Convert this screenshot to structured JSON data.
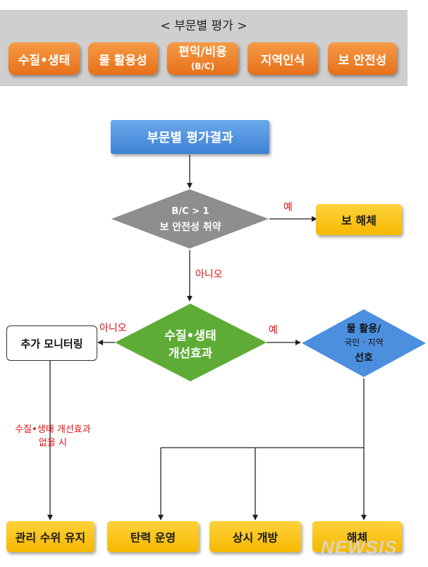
{
  "header": {
    "title": "< 부문별 평가 >",
    "buttons": [
      {
        "label": "수질•생태"
      },
      {
        "label": "물 활용성"
      },
      {
        "label": "편익/비용",
        "sub": "(B/C)"
      },
      {
        "label": "지역인식"
      },
      {
        "label": "보 안전성"
      }
    ]
  },
  "flow": {
    "start": "부문별 평가결과",
    "diamond1": {
      "line1": "B/C > 1",
      "line2": "보 안전성 취약"
    },
    "yes1": "예",
    "no1": "아니오",
    "dismantle_box": "보 해체",
    "diamond2": {
      "line1": "수질•생태",
      "line2": "개선효과"
    },
    "no2": "아니오",
    "yes2": "예",
    "monitor_box": "추가 모니터링",
    "diamond3": {
      "line1": "물 활용/",
      "line2": "국민 · 지역",
      "line3": "선호"
    },
    "note": {
      "line1": "수질•생태 개선효과",
      "line2": "없을 시"
    },
    "bottom": [
      "관리 수위 유지",
      "탄력 운영",
      "상시 개방",
      "해체"
    ]
  },
  "watermark": "NEWSIS",
  "colors": {
    "orange": "#ee7d22",
    "blue": "#4a8ede",
    "yellow": "#f8c11a",
    "gray": "#8a8a8a",
    "green": "#5faa34",
    "red": "#e01010"
  }
}
